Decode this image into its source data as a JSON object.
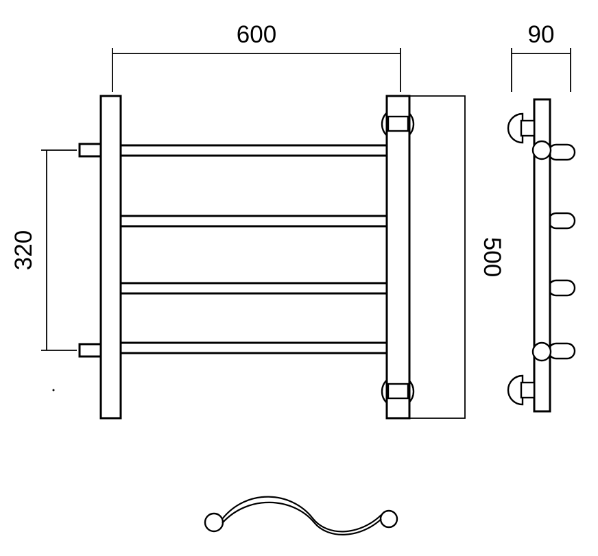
{
  "colors": {
    "line": "#000000",
    "background": "#ffffff"
  },
  "front_view": {
    "width_label": "600",
    "height_label": "500",
    "mount_spacing_label": "320"
  },
  "side_view": {
    "depth_label": "90"
  }
}
